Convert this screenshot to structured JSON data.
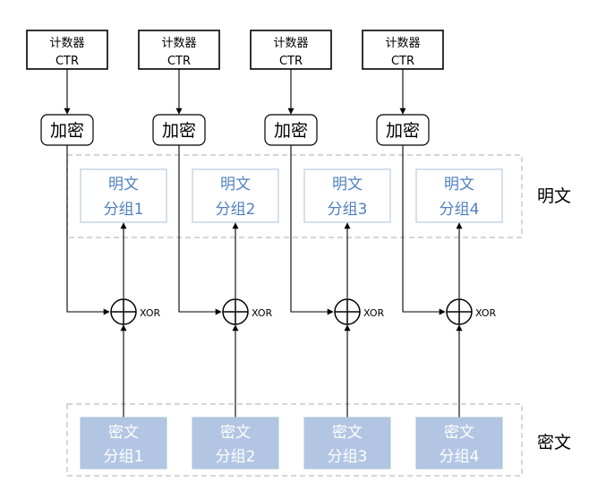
{
  "colors": {
    "plain_text": "#4f81bd",
    "plain_border": "#a9c2dc",
    "cipher_fill": "#b2c6e4",
    "cipher_text": "#ffffff",
    "frame": "#c8c8c8",
    "line": "#000000"
  },
  "side_labels": {
    "plaintext": "明文",
    "ciphertext": "密文"
  },
  "columns": [
    {
      "counter": {
        "line1": "计数器",
        "line2": "CTR"
      },
      "encrypt": "加密",
      "xor": "XOR",
      "plain": {
        "line1": "明文",
        "line2": "分组1"
      },
      "cipher": {
        "line1": "密文",
        "line2": "分组1"
      }
    },
    {
      "counter": {
        "line1": "计数器",
        "line2": "CTR"
      },
      "encrypt": "加密",
      "xor": "XOR",
      "plain": {
        "line1": "明文",
        "line2": "分组2"
      },
      "cipher": {
        "line1": "密文",
        "line2": "分组2"
      }
    },
    {
      "counter": {
        "line1": "计数器",
        "line2": "CTR"
      },
      "encrypt": "加密",
      "xor": "XOR",
      "plain": {
        "line1": "明文",
        "line2": "分组3"
      },
      "cipher": {
        "line1": "密文",
        "line2": "分组3"
      }
    },
    {
      "counter": {
        "line1": "计数器",
        "line2": "CTR"
      },
      "encrypt": "加密",
      "xor": "XOR",
      "plain": {
        "line1": "明文",
        "line2": "分组4"
      },
      "cipher": {
        "line1": "密文",
        "line2": "分组4"
      }
    }
  ]
}
